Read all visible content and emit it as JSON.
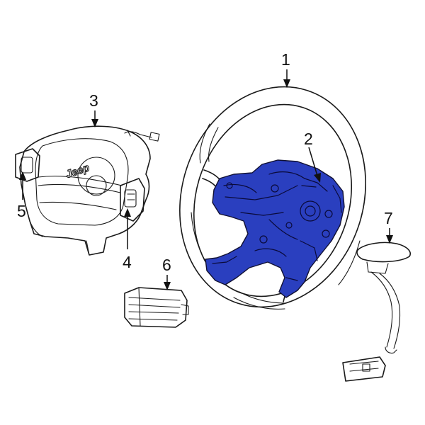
{
  "callouts": [
    {
      "id": "1",
      "label": "1"
    },
    {
      "id": "2",
      "label": "2"
    },
    {
      "id": "3",
      "label": "3"
    },
    {
      "id": "4",
      "label": "4"
    },
    {
      "id": "5",
      "label": "5"
    },
    {
      "id": "6",
      "label": "6"
    },
    {
      "id": "7",
      "label": "7"
    }
  ],
  "airbag_logo": "Jeep",
  "colors": {
    "highlight": "#2a3fbf",
    "line": "#1a1a1a",
    "background": "#ffffff"
  }
}
